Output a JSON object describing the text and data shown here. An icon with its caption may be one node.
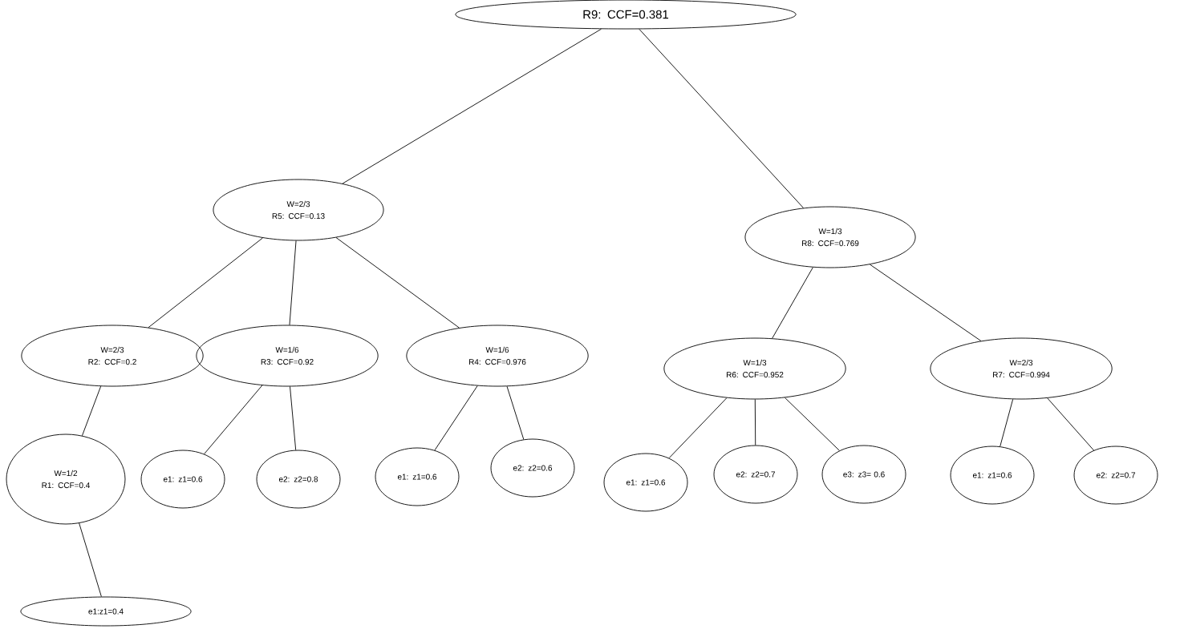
{
  "diagram": {
    "nodes": [
      {
        "text": [
          "R9: CCF=0.381"
        ]
      },
      {
        "text": [
          "W=2/3",
          "R5: CCF=0.13"
        ]
      },
      {
        "text": [
          "W=1/3",
          "R8: CCF=0.769"
        ]
      },
      {
        "text": [
          "W=2/3",
          "R2: CCF=0.2"
        ]
      },
      {
        "text": [
          "W=1/6",
          "R3: CCF=0.92"
        ]
      },
      {
        "text": [
          "W=1/6",
          "R4: CCF=0.976"
        ]
      },
      {
        "text": [
          "W=1/3",
          "R6: CCF=0.952"
        ]
      },
      {
        "text": [
          "W=2/3",
          "R7: CCF=0.994"
        ]
      },
      {
        "text": [
          "W=1/2",
          "R1: CCF=0.4"
        ]
      },
      {
        "text": [
          "e1: z1=0.6"
        ]
      },
      {
        "text": [
          "e2: z2=0.8"
        ]
      },
      {
        "text": [
          "e1: z1=0.6"
        ]
      },
      {
        "text": [
          "e2: z2=0.6"
        ]
      },
      {
        "text": [
          "e1: z1=0.6"
        ]
      },
      {
        "text": [
          "e2: z2=0.7"
        ]
      },
      {
        "text": [
          "e3: z3= 0.6"
        ]
      },
      {
        "text": [
          "e1: z1=0.6"
        ]
      },
      {
        "text": [
          "e2: z2=0.7"
        ]
      },
      {
        "text": [
          "e1:z1=0.4"
        ]
      }
    ],
    "edges": [
      {
        "from": 0,
        "to": 1,
        "arrow": "none"
      },
      {
        "from": 0,
        "to": 2,
        "arrow": "none"
      },
      {
        "from": 1,
        "to": 3,
        "arrow": "none"
      },
      {
        "from": 1,
        "to": 4,
        "arrow": "none"
      },
      {
        "from": 1,
        "to": 5,
        "arrow": "none"
      },
      {
        "from": 2,
        "to": 6,
        "arrow": "none"
      },
      {
        "from": 2,
        "to": 7,
        "arrow": "none"
      },
      {
        "from": 3,
        "to": 8,
        "arrow": "none"
      },
      {
        "from": 8,
        "to": 18,
        "arrow": "none"
      },
      {
        "from": 4,
        "to": 9,
        "arrow": "none"
      },
      {
        "from": 4,
        "to": 10,
        "arrow": "none"
      },
      {
        "from": 5,
        "to": 11,
        "arrow": "none"
      },
      {
        "from": 5,
        "to": 12,
        "arrow": "none"
      },
      {
        "from": 6,
        "to": 13,
        "arrow": "none"
      },
      {
        "from": 6,
        "to": 14,
        "arrow": "none"
      },
      {
        "from": 6,
        "to": 15,
        "arrow": "none"
      },
      {
        "from": 7,
        "to": 16,
        "arrow": "none"
      },
      {
        "from": 7,
        "to": 17,
        "arrow": "none"
      }
    ]
  }
}
